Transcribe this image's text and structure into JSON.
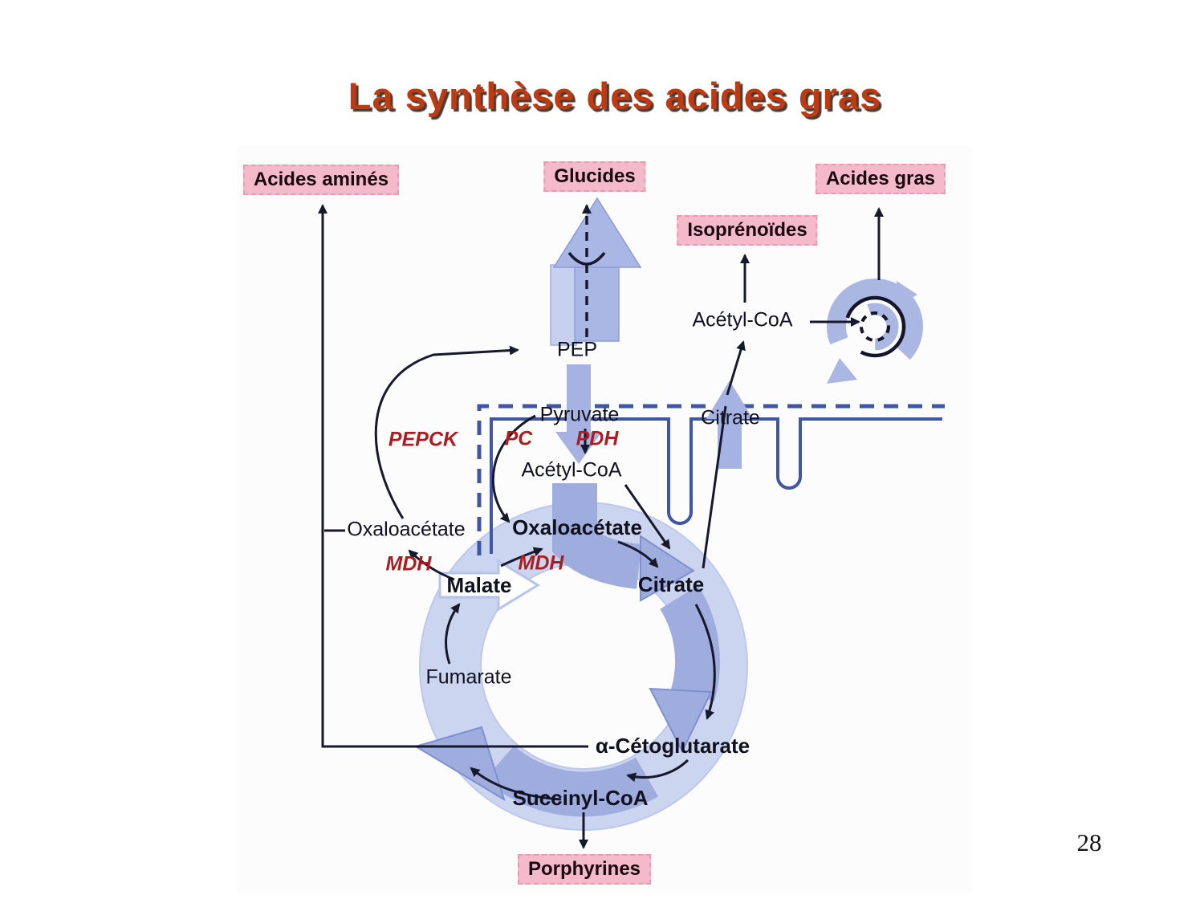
{
  "title": "La synthèse des acides gras",
  "page_number": "28",
  "boxes": {
    "acides_amines": "Acides aminés",
    "glucides": "Glucides",
    "acides_gras": "Acides gras",
    "isoprenoides": "Isoprénoïdes",
    "porphyrines": "Porphyrines"
  },
  "labels": {
    "pep": "PEP",
    "pyruvate": "Pyruvate",
    "acetyl_coa_cytosol": "Acétyl-CoA",
    "citrate_membrane": "Citrate",
    "acetyl_coa_mitochondrie": "Acétyl-CoA",
    "oxaloacetate_cytosol": "Oxaloacétate",
    "oxaloacetate_mitochondrie": "Oxaloacétate",
    "malate": "Malate",
    "citrate_cycle": "Citrate",
    "fumarate": "Fumarate",
    "alpha_cetoglutarate": "α-Cétoglutarate",
    "succinyl_coa": "Succinyl-CoA"
  },
  "enzymes": {
    "pepck": "PEPCK",
    "pc": "PC",
    "pdh": "PDH",
    "mdh_cytosol": "MDH",
    "mdh_mitochondrie": "MDH"
  },
  "colors": {
    "title": "#bf3a10",
    "enzyme_red": "#a91e22",
    "box_pink_bg": "#f4bacc",
    "box_pink_border": "#e89ab2",
    "membrane_blue": "#4156a3",
    "arrow_blue": "#9fadde",
    "ring_light_blue": "#ccd5ef",
    "line_black": "#16182c"
  }
}
